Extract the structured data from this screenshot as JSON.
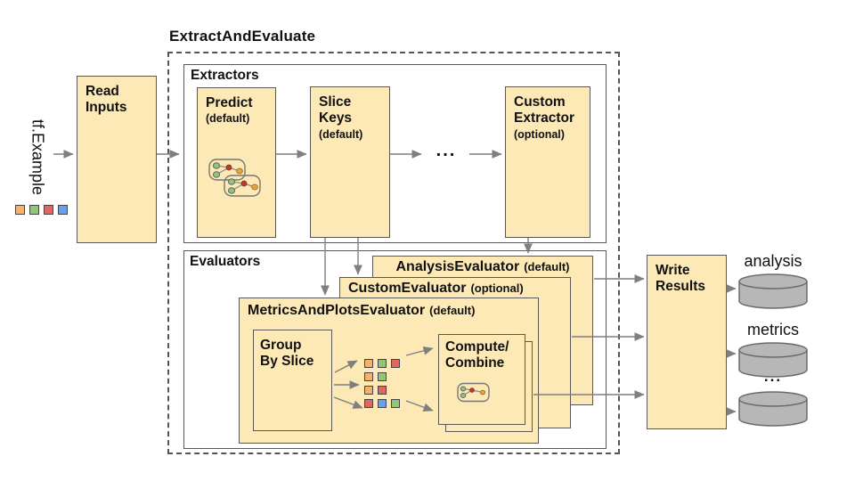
{
  "colors": {
    "box_fill": "#FCE9B6",
    "box_border": "#595959",
    "arrow": "#7f7f7f",
    "cylinder_fill": "#B7B7B7",
    "cylinder_border": "#6b6b6b",
    "sq_orange": "#F6B26B",
    "sq_green": "#93C47D",
    "sq_red": "#E06666",
    "sq_blue": "#6D9EEB"
  },
  "title": "ExtractAndEvaluate",
  "input": {
    "label": "tf.Example",
    "squares": [
      "orange",
      "green",
      "red",
      "blue"
    ]
  },
  "read_inputs": {
    "label": "Read\nInputs"
  },
  "extractors": {
    "label": "Extractors",
    "predict": {
      "title": "Predict",
      "subtitle": "(default)"
    },
    "slice_keys": {
      "title": "Slice\nKeys",
      "subtitle": "(default)"
    },
    "ellipsis": "...",
    "custom": {
      "title": "Custom\nExtractor",
      "subtitle": "(optional)"
    }
  },
  "evaluators": {
    "label": "Evaluators",
    "analysis": {
      "title": "AnalysisEvaluator",
      "qualifier": "(default)"
    },
    "custom": {
      "title": "CustomEvaluator",
      "qualifier": "(optional)"
    },
    "metrics_plots": {
      "title": "MetricsAndPlotsEvaluator",
      "qualifier": "(default)"
    },
    "group_by_slice": {
      "label": "Group\nBy Slice"
    },
    "compute_combine": {
      "label": "Compute/\nCombine"
    },
    "slice_grid": [
      [
        "orange",
        "green",
        "red"
      ],
      [
        "orange",
        "green"
      ],
      [
        "orange",
        "red"
      ],
      [
        "red",
        "blue",
        "green"
      ]
    ]
  },
  "write_results": {
    "label": "Write\nResults"
  },
  "outputs": {
    "items": [
      {
        "label": "analysis"
      },
      {
        "label": "metrics"
      },
      {
        "label": "..."
      }
    ]
  }
}
